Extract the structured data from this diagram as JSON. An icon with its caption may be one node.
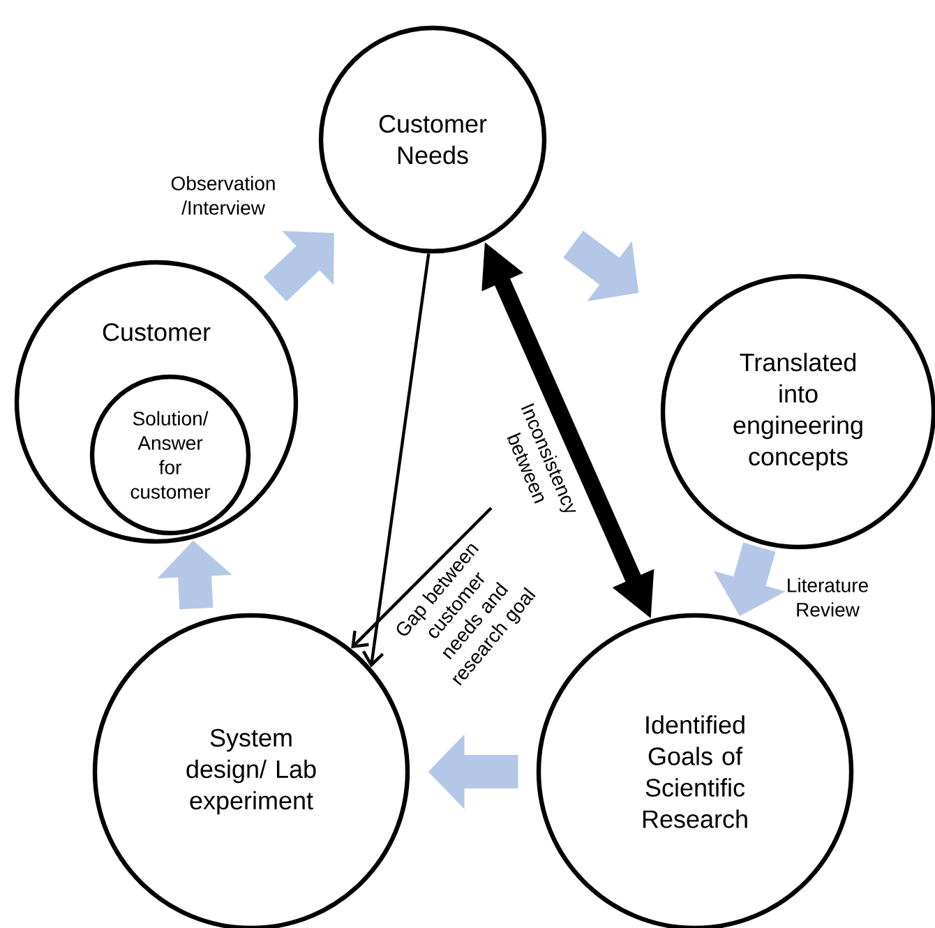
{
  "diagram": {
    "nodes": [
      {
        "text": [
          "Customer Needs"
        ]
      },
      {
        "text": [
          "Translated into engineering concepts"
        ]
      },
      {
        "text": [
          "Identified Goals of Scientific Research"
        ]
      },
      {
        "text": [
          "System design/ Lab experiment"
        ]
      },
      {
        "text": [
          "Customer"
        ]
      },
      {
        "text": [
          "Solution/ Answer for customer"
        ],
        "in": 4
      }
    ],
    "edges": [
      {
        "from": 4,
        "to": 0,
        "arrow": "to",
        "label": "Observation /Interview",
        "color": "#b4c7e7"
      },
      {
        "from": 0,
        "to": 1,
        "arrow": "to",
        "color": "#b4c7e7"
      },
      {
        "from": 1,
        "to": 2,
        "arrow": "to",
        "label": "Literature Review",
        "color": "#b4c7e7"
      },
      {
        "from": 2,
        "to": 3,
        "arrow": "to",
        "color": "#b4c7e7"
      },
      {
        "from": 3,
        "to": 4,
        "arrow": "to",
        "color": "#b4c7e7"
      },
      {
        "from": 0,
        "to": 3,
        "arrow": "to",
        "color": "#000000"
      },
      {
        "from": null,
        "to": 3,
        "arrow": "to",
        "label": "Gap between customer needs and research goal",
        "color": "#000000"
      },
      {
        "from": 0,
        "to": 2,
        "arrow": "both",
        "label": "Inconsistency between",
        "color": "#000000"
      }
    ]
  }
}
